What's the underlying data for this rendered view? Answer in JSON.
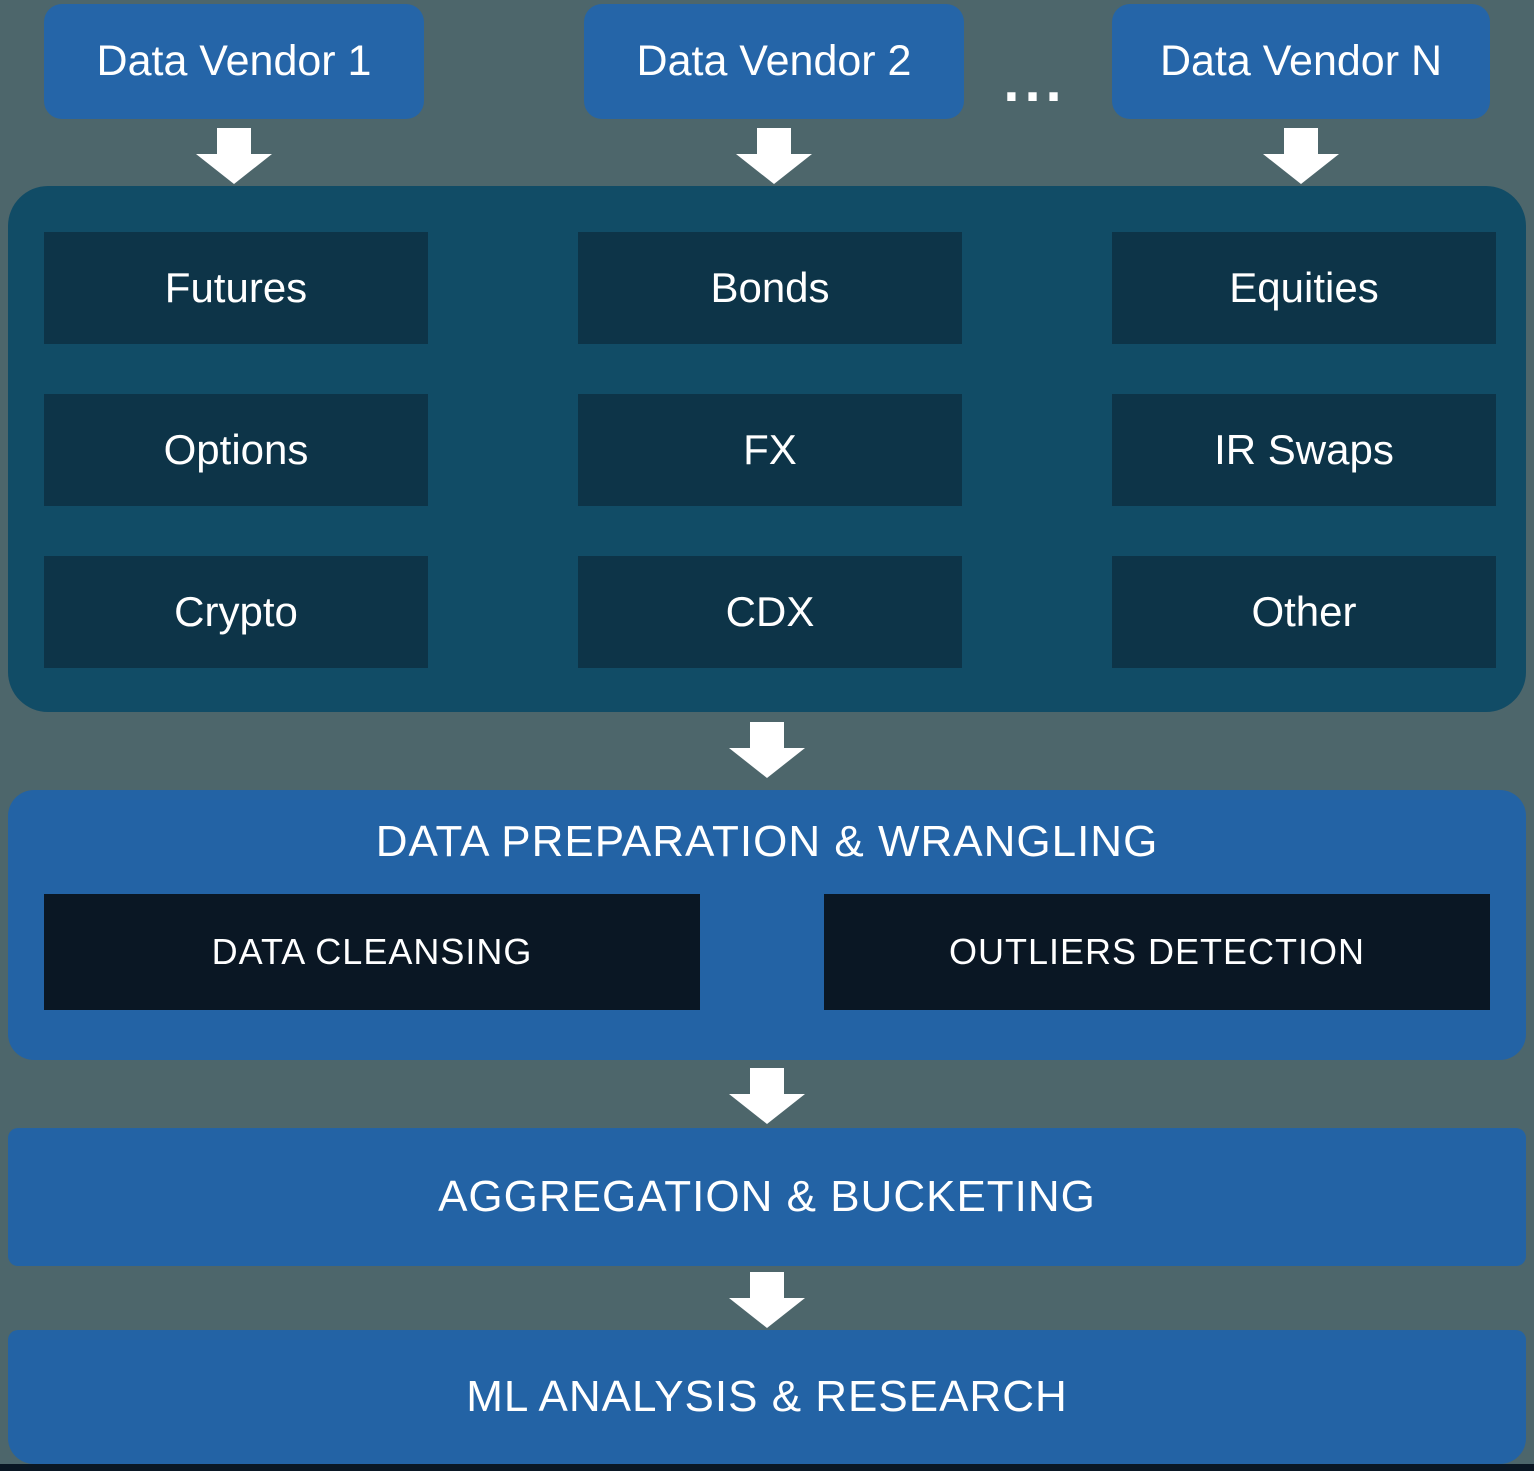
{
  "colors": {
    "background": "#4d666b",
    "vendor_blue": "#2565a8",
    "section_blue": "#2363a5",
    "container_teal": "#114c66",
    "asset_box_navy": "#0d3448",
    "sub_box_dark": "#0a1724",
    "arrow_white": "#ffffff",
    "text_white": "#ffffff"
  },
  "vendors": {
    "items": [
      {
        "label": "Data Vendor 1"
      },
      {
        "label": "Data Vendor 2"
      },
      {
        "label": "Data Vendor N"
      }
    ],
    "ellipsis": "..."
  },
  "assets": {
    "items": [
      {
        "label": "Futures"
      },
      {
        "label": "Bonds"
      },
      {
        "label": "Equities"
      },
      {
        "label": "Options"
      },
      {
        "label": "FX"
      },
      {
        "label": "IR Swaps"
      },
      {
        "label": "Crypto"
      },
      {
        "label": "CDX"
      },
      {
        "label": "Other"
      }
    ]
  },
  "stages": {
    "preparation": {
      "title": "DATA PREPARATION & WRANGLING",
      "steps": [
        {
          "label": "DATA CLEANSING"
        },
        {
          "label": "OUTLIERS DETECTION"
        }
      ]
    },
    "aggregation": {
      "title": "AGGREGATION & BUCKETING"
    },
    "ml": {
      "title": "ML ANALYSIS & RESEARCH"
    }
  }
}
